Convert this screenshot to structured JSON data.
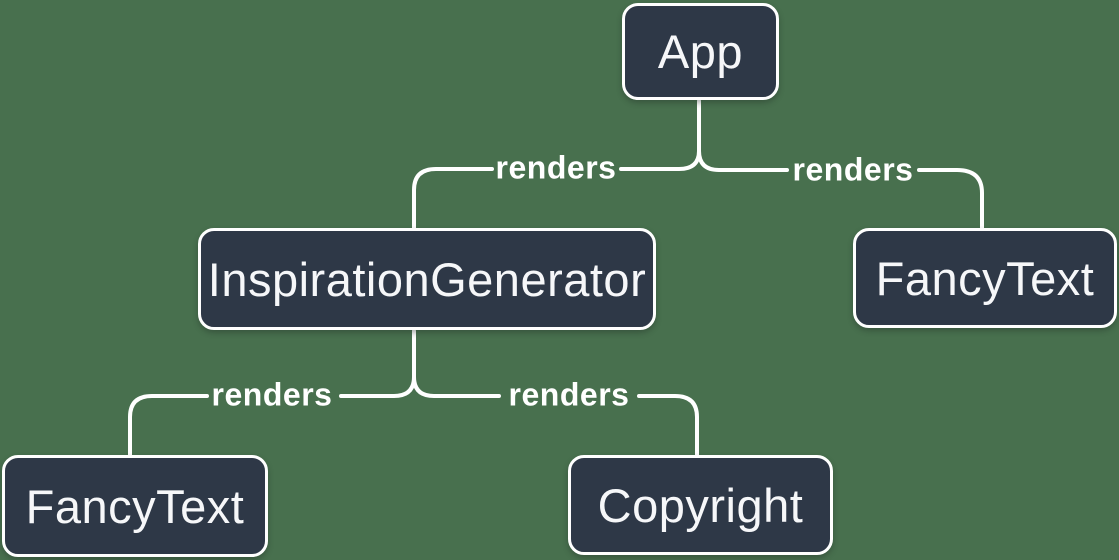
{
  "colors": {
    "background": "#48704E",
    "node_fill": "#2E3847",
    "node_border": "#FFFFFF",
    "node_text": "#F6F7F9",
    "line": "#FFFFFF"
  },
  "nodes": [
    {
      "id": "app",
      "label": "App"
    },
    {
      "id": "inspiration-generator",
      "label": "InspirationGenerator"
    },
    {
      "id": "fancy-text-top-right",
      "label": "FancyText"
    },
    {
      "id": "fancy-text-bottom-left",
      "label": "FancyText"
    },
    {
      "id": "copyright",
      "label": "Copyright"
    }
  ],
  "edges": [
    {
      "from": "App",
      "to": "InspirationGenerator",
      "label": "renders"
    },
    {
      "from": "App",
      "to": "FancyText",
      "label": "renders"
    },
    {
      "from": "InspirationGenerator",
      "to": "FancyText",
      "label": "renders"
    },
    {
      "from": "InspirationGenerator",
      "to": "Copyright",
      "label": "renders"
    }
  ]
}
